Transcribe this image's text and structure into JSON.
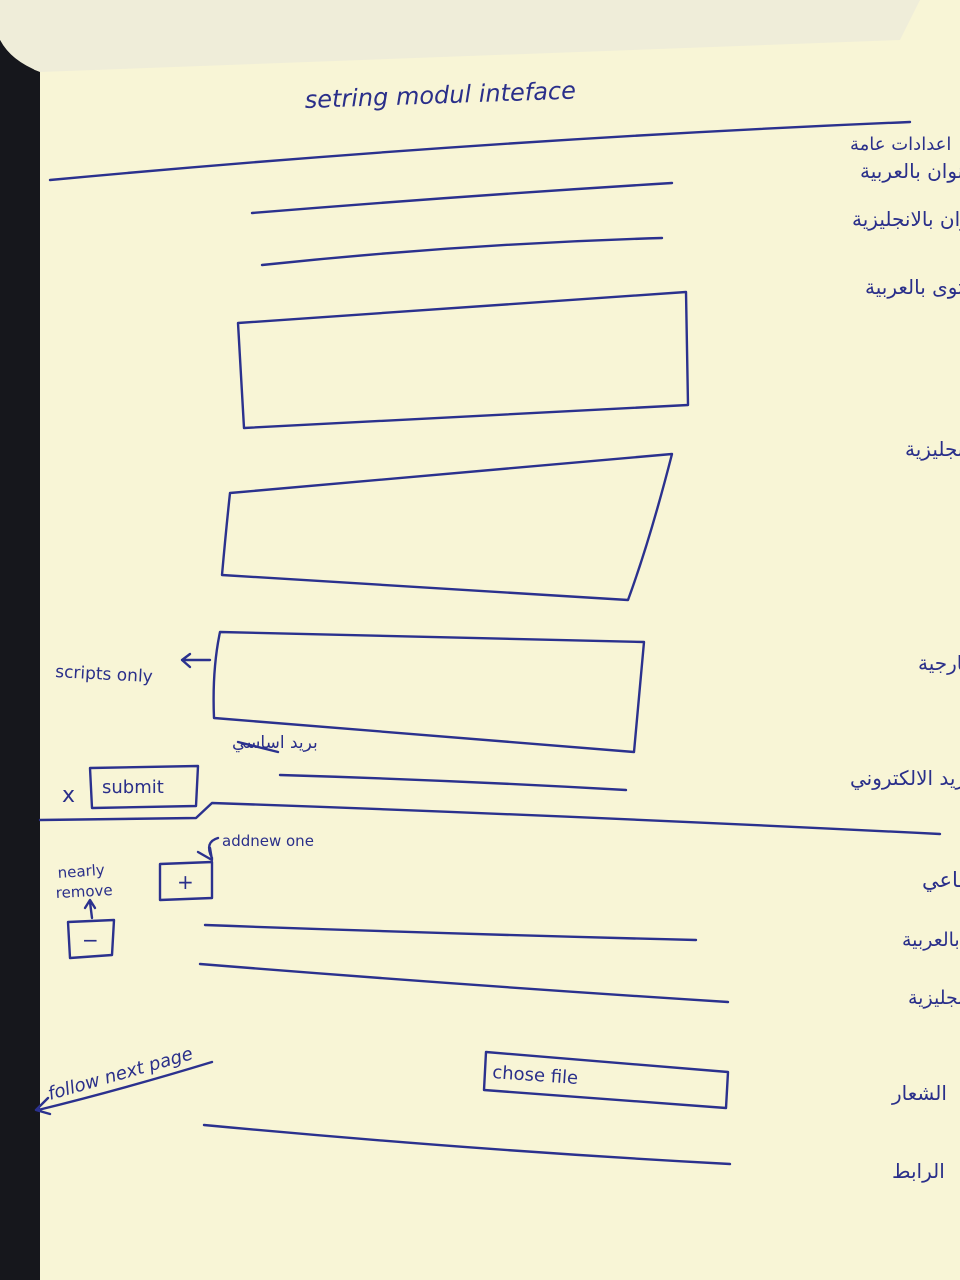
{
  "sketch": {
    "title": "setring modul inteface",
    "sections": {
      "general_settings": "اعدادات عامة",
      "social_media": "وسائل التواصل الاجتماعي"
    },
    "fields": {
      "title_ar": "العنوان بالعربية",
      "title_en": "العنوان بالانجليزية",
      "content_ar": "المحتوى بالعربية",
      "content_en": "المحتوى بالانجليزية",
      "external_codes": "اضافة أكواد خارجية",
      "email": "البريد الالكتروني",
      "name_ar": "الاسم بالعربية",
      "name_en": "الاسم بالانجليزية",
      "logo": "الشعار",
      "link": "الرابط"
    },
    "notes": {
      "scripts_only": "scripts only",
      "main_email": "بريد اساسي",
      "add_new_one": "addnew one",
      "nearly_remove": [
        "nearly",
        "remove"
      ],
      "follow_next_page": "follow next page"
    },
    "buttons": {
      "submit": "submit",
      "add": "+",
      "remove": "−",
      "choose_file": "chose file",
      "cancel_mark": "x"
    },
    "colors": {
      "paper": "#f8f5d6",
      "ink": "#2b318e",
      "background": "#1c1d22"
    }
  }
}
